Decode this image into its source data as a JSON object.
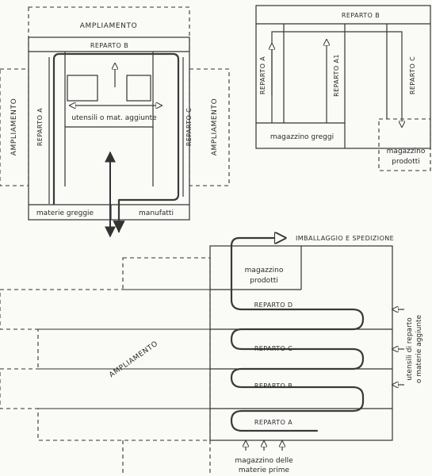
{
  "diagram1": {
    "ampliamento_top": "AMPLIAMENTO",
    "reparto_b": "REPARTO B",
    "reparto_a": "REPARTO A",
    "reparto_c": "REPARTO C",
    "ampliamento_left": "AMPLIAMENTO",
    "ampliamento_right": "AMPLIAMENTO",
    "utensili": "utensili o mat. aggiunte",
    "materie_greggie": "materie greggie",
    "manufatti": "manufatti"
  },
  "diagram2": {
    "reparto_b": "REPARTO B",
    "reparto_a": "REPARTO A",
    "reparto_a1": "REPARTO A1",
    "reparto_c": "REPARTO C",
    "magazzino_greggi": "magazzino greggi",
    "magazzino_prodotti_1": "magazzino",
    "magazzino_prodotti_2": "prodotti"
  },
  "diagram3": {
    "imballaggio": "IMBALLAGGIO E SPEDIZIONE",
    "magazzino_prodotti_1": "magazzino",
    "magazzino_prodotti_2": "prodotti",
    "reparto_d": "REPARTO D",
    "reparto_c": "REPARTO C",
    "reparto_b": "REPARTO B",
    "reparto_a": "REPARTO A",
    "ampliamento": "AMPLIAMENTO",
    "utensili_1": "utensili di reparto",
    "utensili_2": "o materie aggiunte",
    "magazzino_materie_1": "magazzino delle",
    "magazzino_materie_2": "materie prime"
  }
}
